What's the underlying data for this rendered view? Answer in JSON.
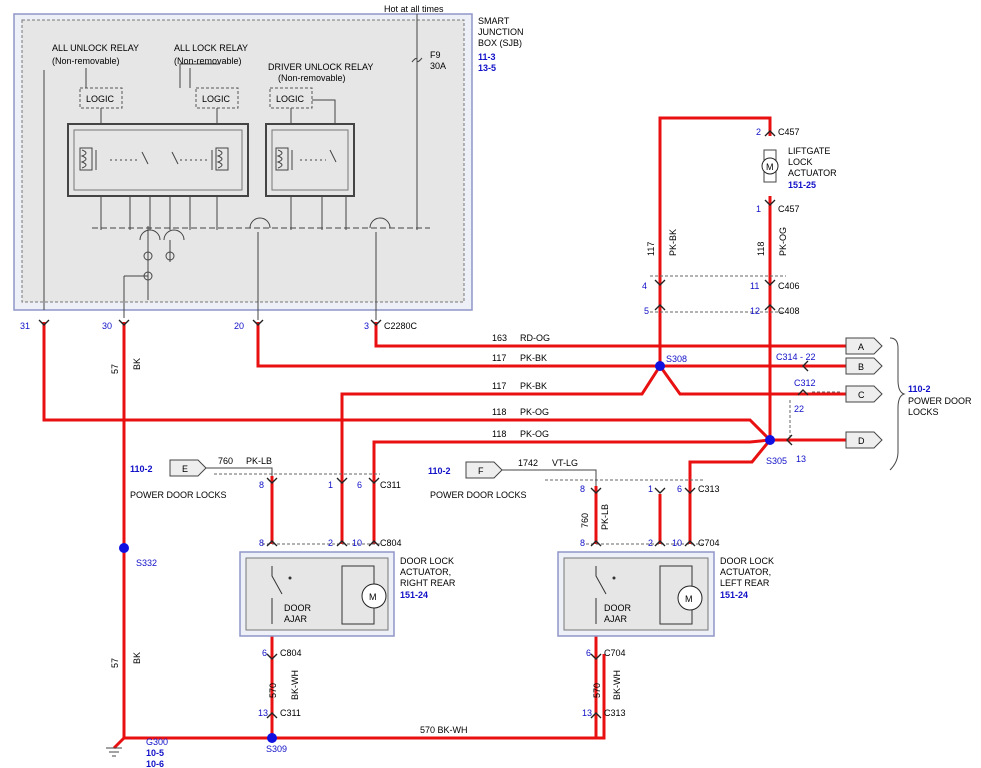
{
  "top": {
    "hot": "Hot at all times",
    "fuse": "F9",
    "fuse_amp": "30A"
  },
  "sjb": {
    "title": [
      "SMART",
      "JUNCTION",
      "BOX (SJB)"
    ],
    "ref1": "11-3",
    "ref2": "13-5",
    "relay1": "ALL UNLOCK  RELAY",
    "relay2": "ALL LOCK  RELAY",
    "relay3": "DRIVER UNLOCK  RELAY",
    "nonrem": "(Non-removable)",
    "logic": "LOGIC",
    "pins": [
      "31",
      "30",
      "20",
      "3"
    ],
    "connector": "C2280C"
  },
  "wires": {
    "w163": "163",
    "rdog": "RD-OG",
    "w117": "117",
    "pkbk": "PK-BK",
    "w118": "118",
    "pkog": "PK-OG",
    "w760": "760",
    "pklb": "PK-LB",
    "w1742": "1742",
    "vtlg": "VT-LG",
    "w570": "570",
    "bkwh": "BK-WH",
    "w57": "57",
    "bk": "BK",
    "w570bkwh": "570   BK-WH"
  },
  "splices": {
    "s308": "S308",
    "s305": "S305",
    "s332": "S332",
    "s309": "S309",
    "g300": "G300",
    "g300_r1": "10-5",
    "g300_r2": "10-6"
  },
  "connectors": {
    "c457": "C457",
    "c406": "C406",
    "c408": "C408",
    "c314": "C314",
    "c312": "C312",
    "c311": "C311",
    "c313": "C313",
    "c804": "C804",
    "c704": "C704",
    "p2": "2",
    "p1": "1",
    "p4": "4",
    "p11": "11",
    "p5": "5",
    "p12": "12",
    "p22": "22",
    "p13": "13",
    "p8": "8",
    "p6": "6",
    "p10": "10"
  },
  "liftgate": {
    "lines": [
      "LIFTGATE",
      "LOCK",
      "ACTUATOR"
    ],
    "ref": "151-25",
    "m": "M"
  },
  "rr": {
    "lines": [
      "DOOR LOCK",
      "ACTUATOR,",
      "RIGHT REAR"
    ],
    "ref": "151-24",
    "ajar": [
      "DOOR",
      "AJAR"
    ],
    "m": "M"
  },
  "lr": {
    "lines": [
      "DOOR LOCK",
      "ACTUATOR,",
      "LEFT REAR"
    ],
    "ref": "151-24",
    "ajar": [
      "DOOR",
      "AJAR"
    ],
    "m": "M"
  },
  "pdl": {
    "ref": "110-2",
    "lines": [
      "POWER DOOR",
      "LOCKS"
    ],
    "text": "POWER DOOR LOCKS",
    "tags": [
      "A",
      "B",
      "C",
      "D",
      "E",
      "F"
    ],
    "c314pin": "C314 - 22"
  }
}
